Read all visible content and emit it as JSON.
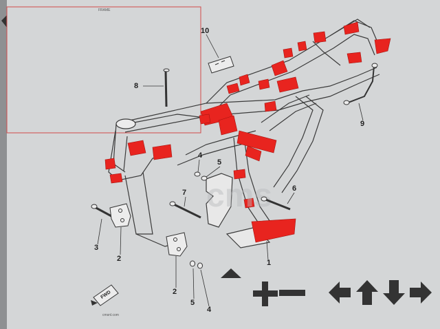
{
  "diagram": {
    "header_label": "FRAME",
    "website": "cmsnl.com",
    "fwd_logo": "FWD",
    "callouts": [
      {
        "id": "c1",
        "text": "1"
      },
      {
        "id": "c2a",
        "text": "2"
      },
      {
        "id": "c2b",
        "text": "2"
      },
      {
        "id": "c3",
        "text": "3"
      },
      {
        "id": "c4a",
        "text": "4"
      },
      {
        "id": "c4b",
        "text": "4"
      },
      {
        "id": "c5a",
        "text": "5"
      },
      {
        "id": "c5b",
        "text": "5"
      },
      {
        "id": "c6",
        "text": "6"
      },
      {
        "id": "c7",
        "text": "7"
      },
      {
        "id": "c8",
        "text": "8"
      },
      {
        "id": "c9",
        "text": "9"
      },
      {
        "id": "c10",
        "text": "10"
      }
    ]
  },
  "controls": {
    "up": "triangle-up-icon",
    "zoom_in": "plus-icon",
    "zoom_out": "minus-icon",
    "left": "arrow-left-icon",
    "pan_up": "arrow-up-icon",
    "pan_down": "arrow-down-icon",
    "right": "arrow-right-icon",
    "control_color": "#333333"
  },
  "colors": {
    "background": "#d4d6d7",
    "highlight": "#e8241f",
    "line": "#3a3a3a",
    "panel_border": "#d24a4a"
  }
}
